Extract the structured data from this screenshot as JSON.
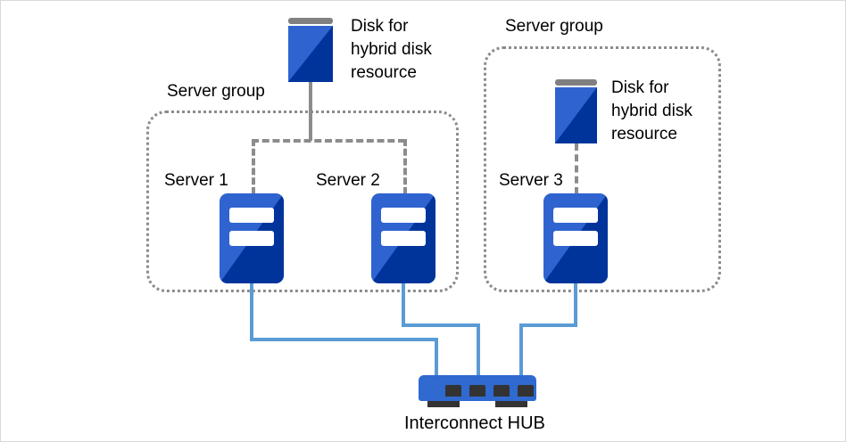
{
  "diagram": {
    "title_visible": false,
    "colors": {
      "server_light": "#2f63cf",
      "server_dark": "#00349b",
      "disk_cap": "#808080",
      "network_line": "#5b9bd5",
      "disk_link_line": "#8c8c8c",
      "group_border": "#8c8c8c",
      "hub_body": "#3069cf",
      "hub_port": "#333333",
      "canvas": "#ffffff"
    },
    "groups": [
      {
        "id": "left-group",
        "label": "Server group"
      },
      {
        "id": "right-group",
        "label": "Server group"
      }
    ],
    "disks": [
      {
        "id": "shared-disk",
        "label": "Disk for\nhybrid disk\nresource",
        "line1": "Disk for",
        "line2": "hybrid disk",
        "line3": "resource"
      },
      {
        "id": "group2-disk",
        "label": "Disk for\nhybrid disk\nresource",
        "line1": "Disk for",
        "line2": "hybrid disk",
        "line3": "resource"
      }
    ],
    "servers": [
      {
        "id": "server-1",
        "label": "Server 1"
      },
      {
        "id": "server-2",
        "label": "Server 2"
      },
      {
        "id": "server-3",
        "label": "Server 3"
      }
    ],
    "hub": {
      "id": "interconnect-hub",
      "label": "Interconnect HUB",
      "port_count": 4
    }
  }
}
